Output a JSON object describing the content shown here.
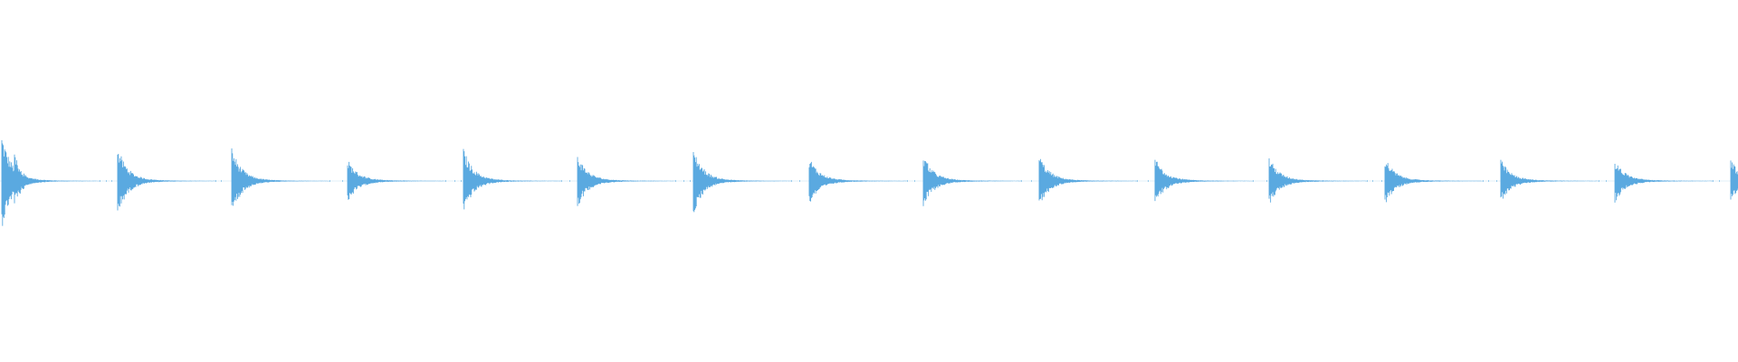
{
  "waveform": {
    "color": "#5aa9e0",
    "transients": [
      {
        "time": 0.0,
        "peak": 1.0
      },
      {
        "time": 0.067,
        "peak": 0.72
      },
      {
        "time": 0.133,
        "peak": 0.7
      },
      {
        "time": 0.2,
        "peak": 0.45
      },
      {
        "time": 0.267,
        "peak": 0.68
      },
      {
        "time": 0.333,
        "peak": 0.55
      },
      {
        "time": 0.4,
        "peak": 0.7
      },
      {
        "time": 0.467,
        "peak": 0.5
      },
      {
        "time": 0.533,
        "peak": 0.55
      },
      {
        "time": 0.6,
        "peak": 0.55
      },
      {
        "time": 0.667,
        "peak": 0.5
      },
      {
        "time": 0.733,
        "peak": 0.5
      },
      {
        "time": 0.8,
        "peak": 0.5
      },
      {
        "time": 0.867,
        "peak": 0.45
      },
      {
        "time": 0.933,
        "peak": 0.45
      },
      {
        "time": 1.0,
        "peak": 0.45
      }
    ]
  }
}
